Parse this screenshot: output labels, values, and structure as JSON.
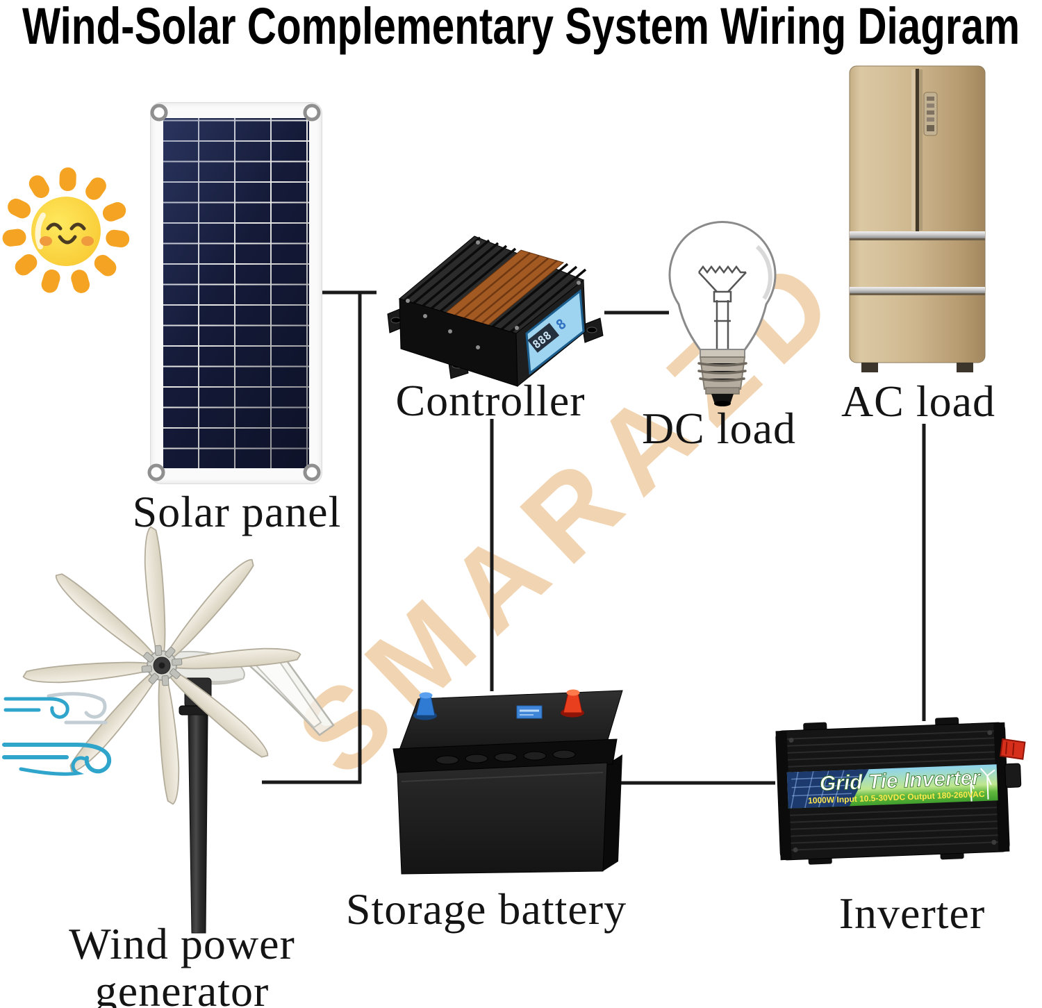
{
  "title": "Wind-Solar Complementary System Wiring Diagram",
  "watermark": "SMARAZD",
  "labels": {
    "solar_panel": "Solar panel",
    "controller": "Controller",
    "dc_load": "DC load",
    "ac_load": "AC load",
    "wind_generator_line1": "Wind power",
    "wind_generator_line2": "generator",
    "storage_battery": "Storage battery",
    "inverter": "Inverter"
  },
  "controller": {
    "display": "888",
    "display2": "8"
  },
  "inverter": {
    "band_title": "Grid Tie Inverter",
    "band_specs": "1000W  Input 10.5-30VDC  Output 180-260VAC"
  },
  "colors": {
    "wire": "#1a1a1a",
    "watermark": "#e9b97e",
    "sun_body": "#fbd743",
    "sun_ray": "#f5a322",
    "terminal_positive": "#e8401e",
    "terminal_negative": "#2f7ad2",
    "fridge_gold": "#c9b48c",
    "inverter_label_green": "#4fae36",
    "lcd_blue": "#9fd4f0",
    "wind_swirl": "#2fa5cc",
    "wood_panel": "#a35a22"
  }
}
